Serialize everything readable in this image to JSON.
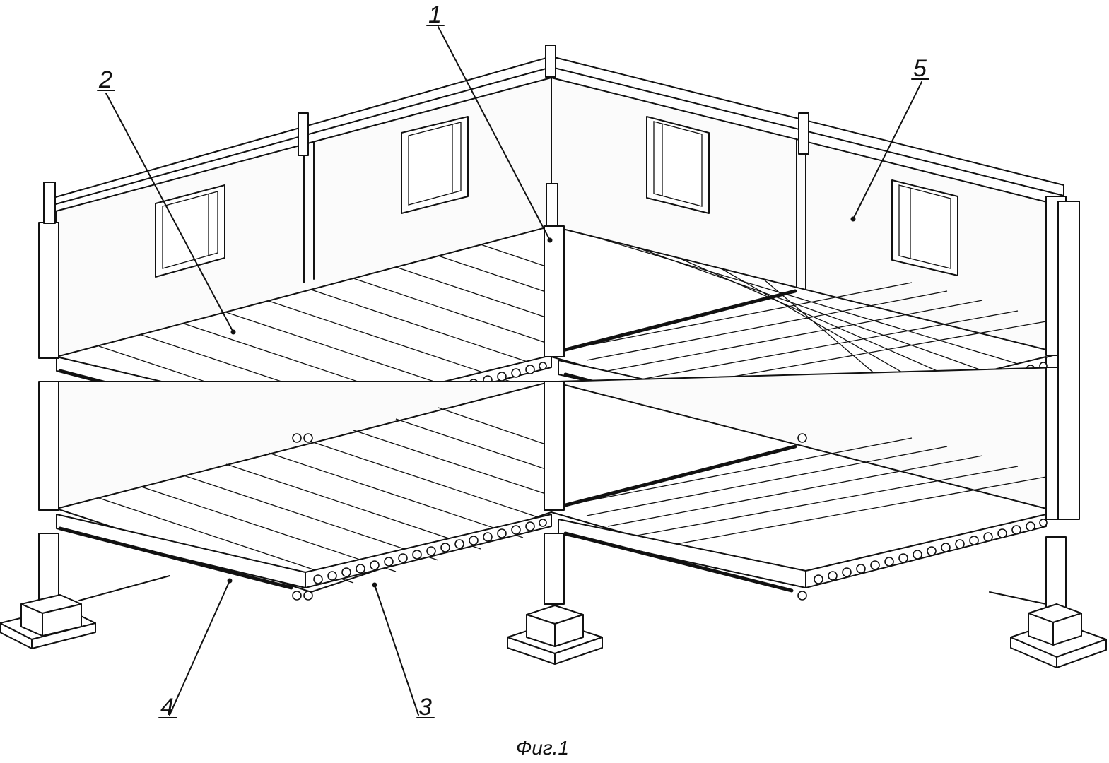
{
  "figure": {
    "caption": "Фиг.1",
    "callouts": [
      {
        "id": "1",
        "label": "1"
      },
      {
        "id": "2",
        "label": "2"
      },
      {
        "id": "3",
        "label": "3"
      },
      {
        "id": "4",
        "label": "4"
      },
      {
        "id": "5",
        "label": "5"
      }
    ]
  },
  "colors": {
    "ink": "#111111",
    "paper": "#ffffff"
  }
}
